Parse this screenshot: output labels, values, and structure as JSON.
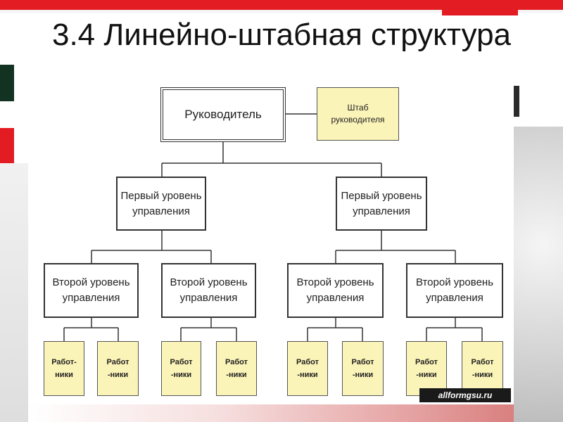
{
  "title": "3.4 Линейно-штабная структура",
  "chart": {
    "head": "Руководитель",
    "staff": "Штаб руководителя",
    "first_level": [
      "Первый уровень управления",
      "Первый уровень управления"
    ],
    "second_level": [
      "Второй уровень управления",
      "Второй уровень управления",
      "Второй уровень управления",
      "Второй уровень управления"
    ],
    "workers": [
      "Работ-ники",
      "Работ -ники",
      "Работ -ники",
      "Работ -ники",
      "Работ -ники",
      "Работ -ники",
      "Работ -ники",
      "Работ -ники"
    ]
  },
  "watermark": "allformgsu.ru",
  "colors": {
    "accent_red": "#e31b23",
    "box_yellow": "#fbf4b8",
    "line": "#333333"
  }
}
